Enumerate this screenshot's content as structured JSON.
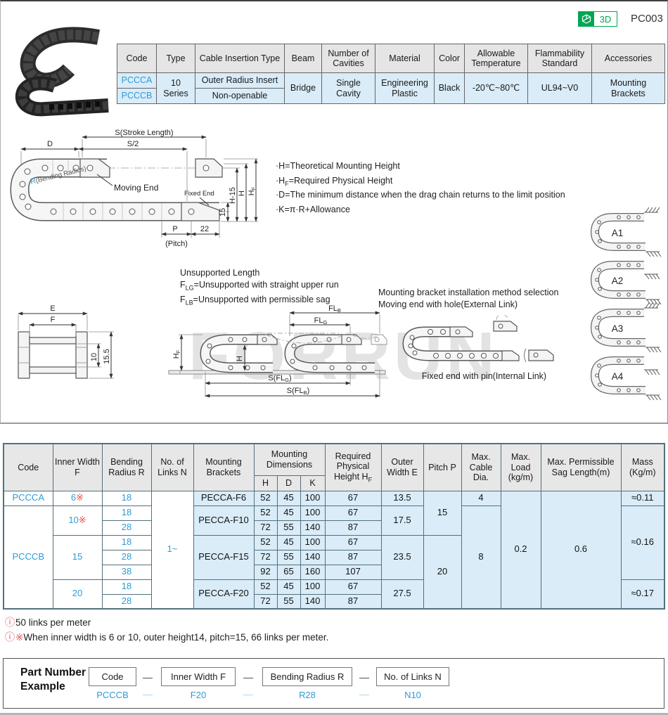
{
  "page": {
    "part_code": "PC003",
    "badge_3d_label": "3D",
    "watermark": "FORRUN"
  },
  "info_table": {
    "headers": [
      "Code",
      "Type",
      "Cable Insertion Type",
      "Beam",
      "Number of Cavities",
      "Material",
      "Color",
      "Allowable Temperature",
      "Flammability Standard",
      "Accessories"
    ],
    "codes": [
      "PCCCA",
      "PCCCB"
    ],
    "type": "10 Series",
    "insertion_types": [
      "Outer Radius Insert",
      "Non-openable"
    ],
    "beam": "Bridge",
    "cavities": "Single Cavity",
    "material": "Engineering Plastic",
    "color": "Black",
    "temperature": "-20℃~80℃",
    "flammability": "UL94~V0",
    "accessories": "Mounting Brackets"
  },
  "main_diagram": {
    "stroke_length": "S(Stroke Length)",
    "s_half": "S/2",
    "d": "D",
    "moving_end": "Moving End",
    "r": "R",
    "r_rest": "(Bending Radius)",
    "fixed_end": "Fixed End",
    "dim_15": "15",
    "h_minus_15": "H-15",
    "h": "H",
    "hf": {
      "a": "H",
      "b": "F"
    },
    "p": "P",
    "pitch": "(Pitch)",
    "dim_22": "22"
  },
  "formulas": [
    {
      "pre": "·H",
      "sub": "",
      "rest": "=Theoretical Mounting Height"
    },
    {
      "pre": "·H",
      "sub": "F",
      "rest": "=Required Physical Height"
    },
    {
      "pre": "·D",
      "sub": "",
      "rest": "=The minimum distance when the drag chain returns to the limit position"
    },
    {
      "pre": "·K",
      "sub": "",
      "rest": "=π·R+Allowance"
    }
  ],
  "cross_section": {
    "e": "E",
    "f": "F",
    "dim_10": "10",
    "dim_15_5": "15.5"
  },
  "unsupported": {
    "title": "Unsupported Length",
    "line1": {
      "pre": "F",
      "sub": "LG",
      "rest": "=Unsupported with straight upper run"
    },
    "line2": {
      "pre": "F",
      "sub": "LB",
      "rest": "=Unsupported with permissible sag"
    },
    "flb": {
      "a": "FL",
      "b": "B"
    },
    "flg": {
      "a": "FL",
      "b": "G"
    },
    "hf": {
      "a": "H",
      "b": "F"
    },
    "h": "H",
    "s_flg": {
      "a": "S(FL",
      "b": "G",
      "c": ")"
    },
    "s_flb": {
      "a": "S(FL",
      "b": "B",
      "c": ")"
    }
  },
  "mounting": {
    "title": "Mounting bracket installation method selection",
    "subtitle": "Moving end with hole(External Link)",
    "caption": "Fixed end with pin(Internal Link)"
  },
  "configs": [
    "A1",
    "A2",
    "A3",
    "A4"
  ],
  "spec_table": {
    "headers": {
      "code": "Code",
      "inner_width": "Inner Width F",
      "bending_radius": "Bending Radius R",
      "links": "No. of Links N",
      "brackets": "Mounting Brackets",
      "mounting_dims": "Mounting Dimensions",
      "h": "H",
      "d": "D",
      "k": "K",
      "req_height": {
        "a": "Required Physical Height H",
        "b": "F"
      },
      "outer_width": "Outer Width E",
      "pitch": "Pitch P",
      "cable": "Max. Cable Dia.",
      "load": "Max. Load (kg/m)",
      "sag": "Max. Permissible Sag Length(m)",
      "mass": "Mass (Kg/m)"
    },
    "star": "※",
    "codes": [
      "PCCCA",
      "PCCCB"
    ],
    "inner_widths": [
      "6",
      "10",
      "15",
      "20"
    ],
    "radii": [
      "18",
      "18",
      "28",
      "18",
      "28",
      "38",
      "18",
      "28"
    ],
    "links": "1~",
    "brackets": [
      "PECCA-F6",
      "PECCA-F10",
      "PECCA-F15",
      "PECCA-F20"
    ],
    "H": [
      "52",
      "52",
      "72",
      "52",
      "72",
      "92",
      "52",
      "72"
    ],
    "D": [
      "45",
      "45",
      "55",
      "45",
      "55",
      "65",
      "45",
      "55"
    ],
    "K": [
      "100",
      "100",
      "140",
      "100",
      "140",
      "160",
      "100",
      "140"
    ],
    "HF": [
      "67",
      "67",
      "87",
      "67",
      "87",
      "107",
      "67",
      "87"
    ],
    "E": [
      "13.5",
      "17.5",
      "23.5",
      "27.5"
    ],
    "pitch": [
      "15",
      "20"
    ],
    "cable": [
      "4",
      "8"
    ],
    "load": "0.2",
    "sag": "0.6",
    "mass": [
      "≈0.11",
      "≈0.16",
      "≈0.17"
    ]
  },
  "notes": [
    {
      "icon": "ⓘ",
      "star": "",
      "text": "50 links per meter"
    },
    {
      "icon": "ⓘ",
      "star": "※",
      "text": "When inner width is 6 or 10, outer height14, pitch=15,  66 links per meter."
    }
  ],
  "part_number": {
    "title_line1": "Part Number",
    "title_line2": "Example",
    "boxes": [
      "Code",
      "Inner Width F",
      "Bending Radius R",
      "No. of Links N"
    ],
    "values": [
      "PCCCB",
      "F20",
      "R28",
      "N10"
    ],
    "dash": "—"
  },
  "colors": {
    "accent_blue": "#2E9BD6",
    "light_blue_bg": "#D9ECF8",
    "red": "#E0524E",
    "green": "#00A651",
    "header_gray": "#E7E7E7",
    "table_border": "#53707C"
  }
}
